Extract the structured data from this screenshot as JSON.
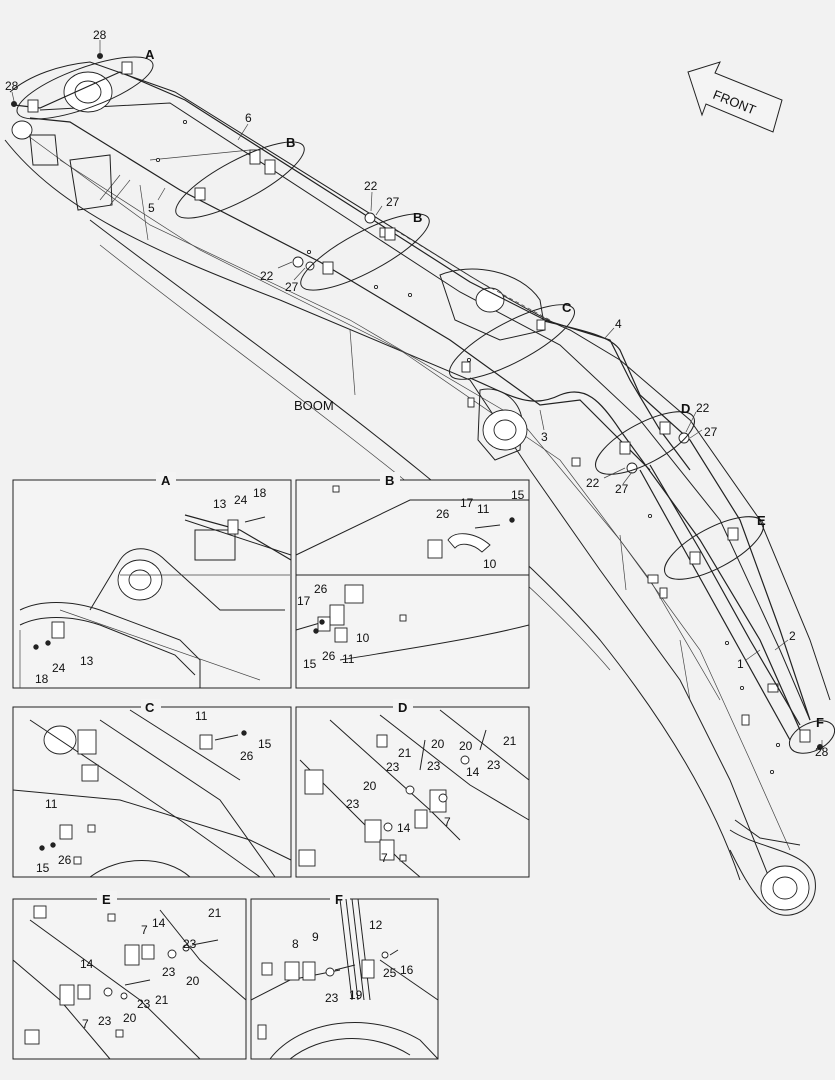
{
  "main_label": "BOOM",
  "direction_label": "FRONT",
  "callouts": {
    "c_28_top": "28",
    "c_28_left": "28",
    "c_6": "6",
    "c_5": "5",
    "c_22_top": "22",
    "c_27_top": "27",
    "c_22_mid": "22",
    "c_27_mid": "27",
    "c_4": "4",
    "c_3": "3",
    "c_22_d1": "22",
    "c_27_d1": "27",
    "c_22_d2": "22",
    "c_27_d2": "27",
    "c_1": "1",
    "c_2": "2",
    "c_28_right": "28"
  },
  "view_markers": {
    "A": "A",
    "B1": "B",
    "B2": "B",
    "C": "C",
    "D": "D",
    "E": "E",
    "F": "F"
  },
  "detail_views": [
    {
      "title": "A",
      "labels": [
        "13",
        "24",
        "18",
        "18",
        "24",
        "13"
      ]
    },
    {
      "title": "B",
      "labels": [
        "26",
        "17",
        "11",
        "15",
        "10",
        "17",
        "26",
        "10",
        "15",
        "26",
        "11"
      ]
    },
    {
      "title": "C",
      "labels": [
        "11",
        "15",
        "26",
        "11",
        "15",
        "26"
      ]
    },
    {
      "title": "D",
      "labels": [
        "21",
        "20",
        "21",
        "23",
        "20",
        "23",
        "23",
        "20",
        "14",
        "14",
        "23",
        "7",
        "7"
      ]
    },
    {
      "title": "E",
      "labels": [
        "7",
        "14",
        "21",
        "14",
        "23",
        "20",
        "23",
        "23",
        "7",
        "23",
        "20",
        "21"
      ]
    },
    {
      "title": "F",
      "labels": [
        "12",
        "8",
        "9",
        "25",
        "16",
        "23",
        "19"
      ]
    }
  ]
}
